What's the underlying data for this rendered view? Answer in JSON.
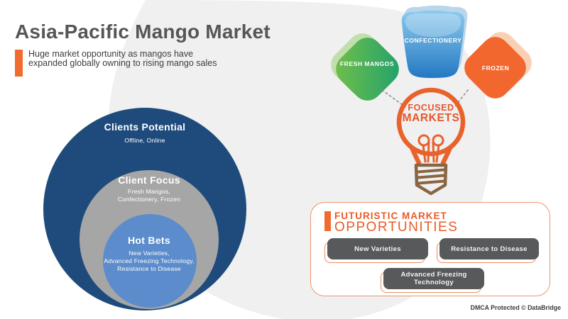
{
  "header": {
    "title": "Asia-Pacific Mango Market",
    "subtitle": "Huge market opportunity as mangos have expanded globally owning to rising mango sales",
    "accent_color": "#f26b2e"
  },
  "onion": {
    "rings": [
      {
        "label": "Clients Potential",
        "sub_lines": [
          "Offline, Online"
        ],
        "color": "#1f4b7c"
      },
      {
        "label": "Client Focus",
        "sub_lines": [
          "Fresh Mangos,",
          "Confectionery, Frozen"
        ],
        "color": "#a6a6a6"
      },
      {
        "label": "Hot Bets",
        "sub_lines": [
          "New Varieties,",
          "Advanced Freezing Technology,",
          "Resistance to Disease"
        ],
        "color": "#5c8ccb"
      }
    ]
  },
  "focus": {
    "shapes": [
      {
        "label": "FRESH MANGOS",
        "color_start": "#7ec443",
        "color_end": "#169c72",
        "shadow": "#b9dca1"
      },
      {
        "label": "CONFECTIONERY",
        "color_start": "#8ccaee",
        "color_end": "#2176c1",
        "shadow": "#b3d2e8"
      },
      {
        "label": "FROZEN",
        "color_start": "#f2672e",
        "color_end": "#f2672e",
        "shadow": "#f9cbad"
      }
    ],
    "bulb": {
      "line1": "FOCUSED",
      "line2": "MARKETS",
      "stroke_color": "#e8622b",
      "base_color": "#8a6544"
    }
  },
  "opportunities": {
    "heading_line1": "FUTURISTIC MARKET",
    "heading_line2": "OPPORTUNITIES",
    "accent_color": "#e85b27",
    "items": [
      "New Varieties",
      "Resistance to Disease",
      "Advanced Freezing Technology"
    ]
  },
  "footer": {
    "dmca": "DMCA Protected © DataBridge"
  }
}
